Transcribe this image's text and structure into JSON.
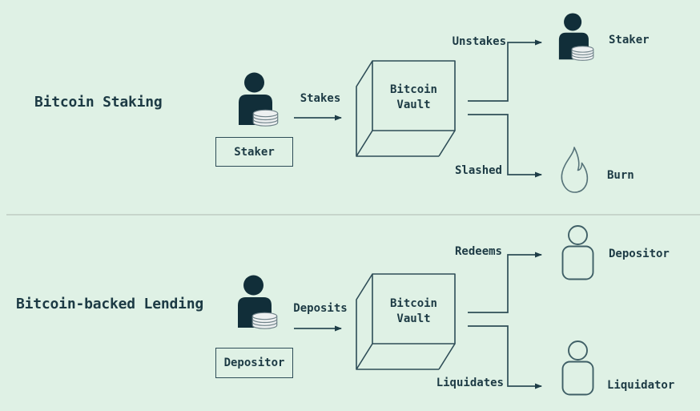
{
  "colors": {
    "background": "#dff1e5",
    "ink": "#112e39",
    "text": "#1c3a44",
    "line_stroke": "#2e4d57",
    "outline_icon_stroke": "#3f5f66",
    "flame_stroke": "#567379",
    "coin_fill": "#edf0f1",
    "coin_stroke": "#6f8289",
    "divider": "#c7d5cb"
  },
  "sections": [
    {
      "title": "Bitcoin Staking",
      "actor": {
        "icon": "person-with-coins",
        "box_label": "Staker"
      },
      "inflow_label": "Stakes",
      "vault": {
        "line1": "Bitcoin",
        "line2": "Vault"
      },
      "outflows": [
        {
          "label": "Unstakes",
          "target": "Staker",
          "target_icon": "person-with-coins"
        },
        {
          "label": "Slashed",
          "target": "Burn",
          "target_icon": "flame"
        }
      ]
    },
    {
      "title": "Bitcoin-backed Lending",
      "actor": {
        "icon": "person-with-coins",
        "box_label": "Depositor"
      },
      "inflow_label": "Deposits",
      "vault": {
        "line1": "Bitcoin",
        "line2": "Vault"
      },
      "outflows": [
        {
          "label": "Redeems",
          "target": "Depositor",
          "target_icon": "person-outline"
        },
        {
          "label": "Liquidates",
          "target": "Liquidator",
          "target_icon": "person-outline"
        }
      ]
    }
  ]
}
